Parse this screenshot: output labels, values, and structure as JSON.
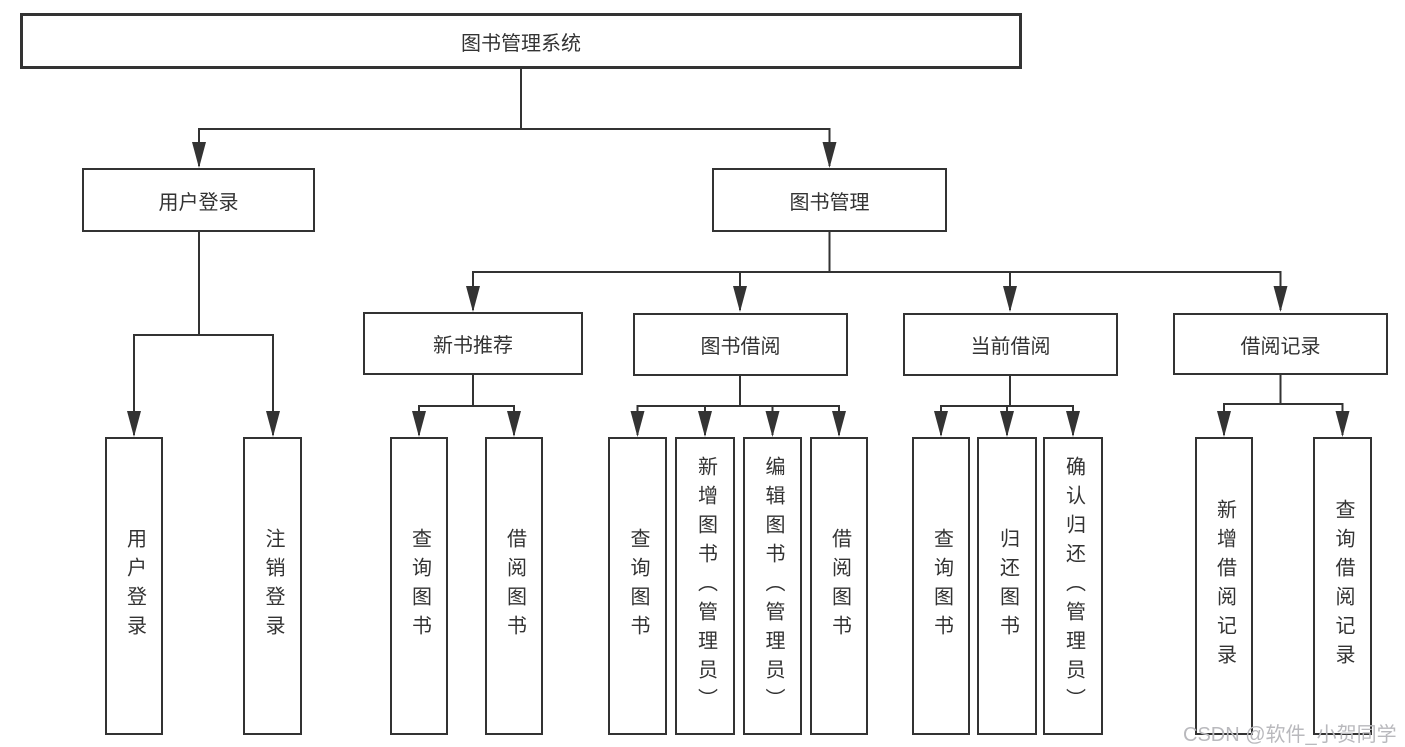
{
  "tree": {
    "root": {
      "label": "图书管理系统"
    },
    "branches": [
      {
        "label": "用户登录",
        "children": [
          "用户登录",
          "注销登录"
        ]
      },
      {
        "label": "图书管理",
        "groups": [
          {
            "label": "新书推荐",
            "children": [
              "查询图书",
              "借阅图书"
            ]
          },
          {
            "label": "图书借阅",
            "children": [
              "查询图书",
              "新增图书（管理员）",
              "编辑图书（管理员）",
              "借阅图书"
            ]
          },
          {
            "label": "当前借阅",
            "children": [
              "查询图书",
              "归还图书",
              "确认归还（管理员）"
            ]
          },
          {
            "label": "借阅记录",
            "children": [
              "新增借阅记录",
              "查询借阅记录"
            ]
          }
        ]
      }
    ]
  },
  "watermark": {
    "text": "CSDN @软件_小贺同学"
  },
  "colors": {
    "line": "#333333",
    "text": "#333333",
    "box_fill": "#ffffff",
    "watermark": "#b9b9bd",
    "background": "#ffffff"
  }
}
